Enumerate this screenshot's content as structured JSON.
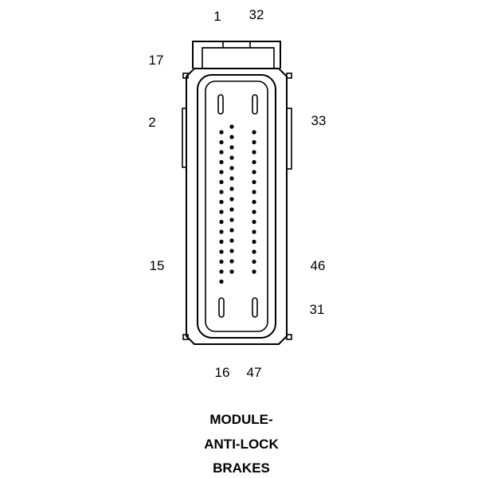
{
  "pin_labels": {
    "p1": "1",
    "p32": "32",
    "p17": "17",
    "p2": "2",
    "p33": "33",
    "p15": "15",
    "p46": "46",
    "p31": "31",
    "p16": "16",
    "p47": "47"
  },
  "caption": {
    "line1": "MODULE-",
    "line2": "ANTI-LOCK",
    "line3": "BRAKES"
  },
  "connector": {
    "left_column_pin_count": 16,
    "middle_column_pin_count": 15,
    "right_column_pin_count": 15,
    "line_color": "#000000"
  }
}
